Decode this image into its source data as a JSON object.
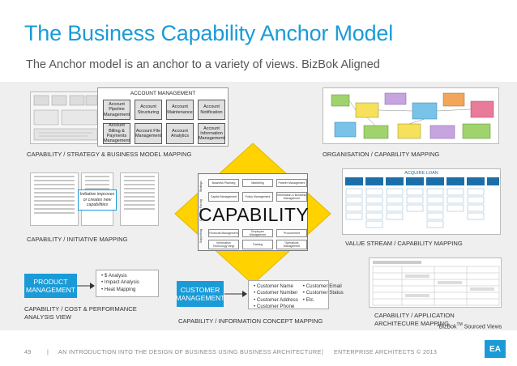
{
  "header": {
    "title": "The Business Capability Anchor Model",
    "subtitle": "The Anchor model is an anchor to a variety of views. BizBok Aligned"
  },
  "center": {
    "label": "CAPABILITY",
    "rows": [
      {
        "group": "Strategic",
        "cells": [
          "Business Planning",
          "Marketing",
          "Partner Management"
        ]
      },
      {
        "group": "Customer Facing",
        "cells": [
          "Capital Management",
          "Policy Management",
          "Information & Business Management"
        ]
      },
      {
        "group": "Supporting",
        "cells": [
          "Financial Management",
          "Employee Management",
          "Procurement"
        ]
      },
      {
        "group": "",
        "cells": [
          "Information Technology Mngt",
          "Training",
          "Operations Management"
        ]
      }
    ]
  },
  "account_mgmt": {
    "title": "ACCOUNT MANAGEMENT",
    "boxes": [
      "Account Pipeline Management",
      "Account Structuring",
      "Account Maintenance",
      "Account Notification",
      "Account Billing & Payments Management",
      "Account File Management",
      "Account Analytics",
      "Account Information Management"
    ]
  },
  "views": {
    "strategy": "CAPABILITY / STRATEGY & BUSINESS MODEL MAPPING",
    "organisation": "ORGANISATION / CAPABILITY MAPPING",
    "initiative": "CAPABILITY / INITIATIVE MAPPING",
    "initiative_callout": "Initiative improves or creates new capabilities",
    "value_stream": "VALUE STREAM / CAPABILITY MAPPING",
    "value_stream_title": "ACQUIRE LOAN",
    "cost_line1": "CAPABILITY / COST & PERFORMANCE",
    "cost_line2": "ANALYSIS VIEW",
    "info_concept": "CAPABILITY / INFORMATION CONCEPT MAPPING",
    "app_line1": "CAPABILITY / APPLICATION",
    "app_line2": "ARCHITECURE MAPPING"
  },
  "product_mgmt": {
    "label": "PRODUCT MANAGEMENT",
    "bullets": [
      "$ Analysis",
      "Impact Analysis",
      "Heat Mapping"
    ]
  },
  "customer_mgmt": {
    "label": "CUSTOMER MANAGEMENT",
    "bullets_left": [
      "Customer Name",
      "Customer Number",
      "Customer Address",
      "Customer Phone"
    ],
    "bullets_right": [
      "Customer Email",
      "Customer Status",
      "Etc."
    ]
  },
  "note": {
    "prefix": "*BizBok",
    "sup": "TM",
    "suffix": " Sourced Views"
  },
  "footer": {
    "page": "49",
    "sep": "|",
    "text1": "AN INTRODUCTION INTO THE DESIGN OF BUSINESS USING BUSINESS ARCHITECTURE",
    "text2": "ENTERPRISE ARCHITECTS © 2013",
    "logo": "EA"
  },
  "colors": {
    "accent": "#1a9bd7",
    "diamond": "#ffd200"
  }
}
